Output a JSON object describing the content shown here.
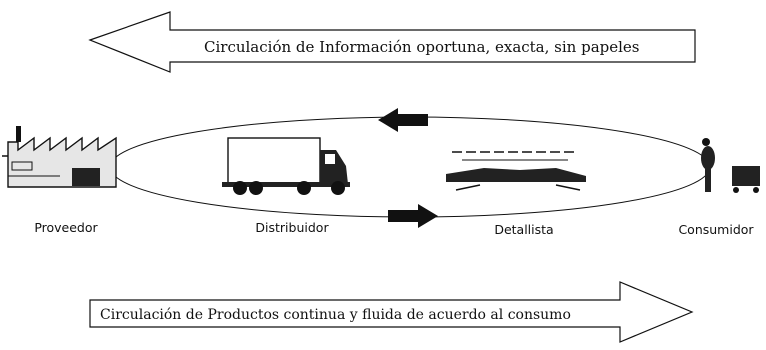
{
  "info_flow": {
    "label": "Circulación de Información oportuna, exacta, sin papeles",
    "direction": "left"
  },
  "product_flow": {
    "label": "Circulación de Productos continua y fluida de acuerdo al consumo",
    "direction": "right"
  },
  "nodes": [
    {
      "label": "Proveedor",
      "icon": "factory-icon"
    },
    {
      "label": "Distribuidor",
      "icon": "truck-icon"
    },
    {
      "label": "Detallista",
      "icon": "store-icon"
    },
    {
      "label": "Consumidor",
      "icon": "shopper-icon"
    }
  ],
  "cycle": {
    "top_arrow": "left",
    "bottom_arrow": "right"
  },
  "colors": {
    "ink": "#111111",
    "background": "#ffffff"
  }
}
